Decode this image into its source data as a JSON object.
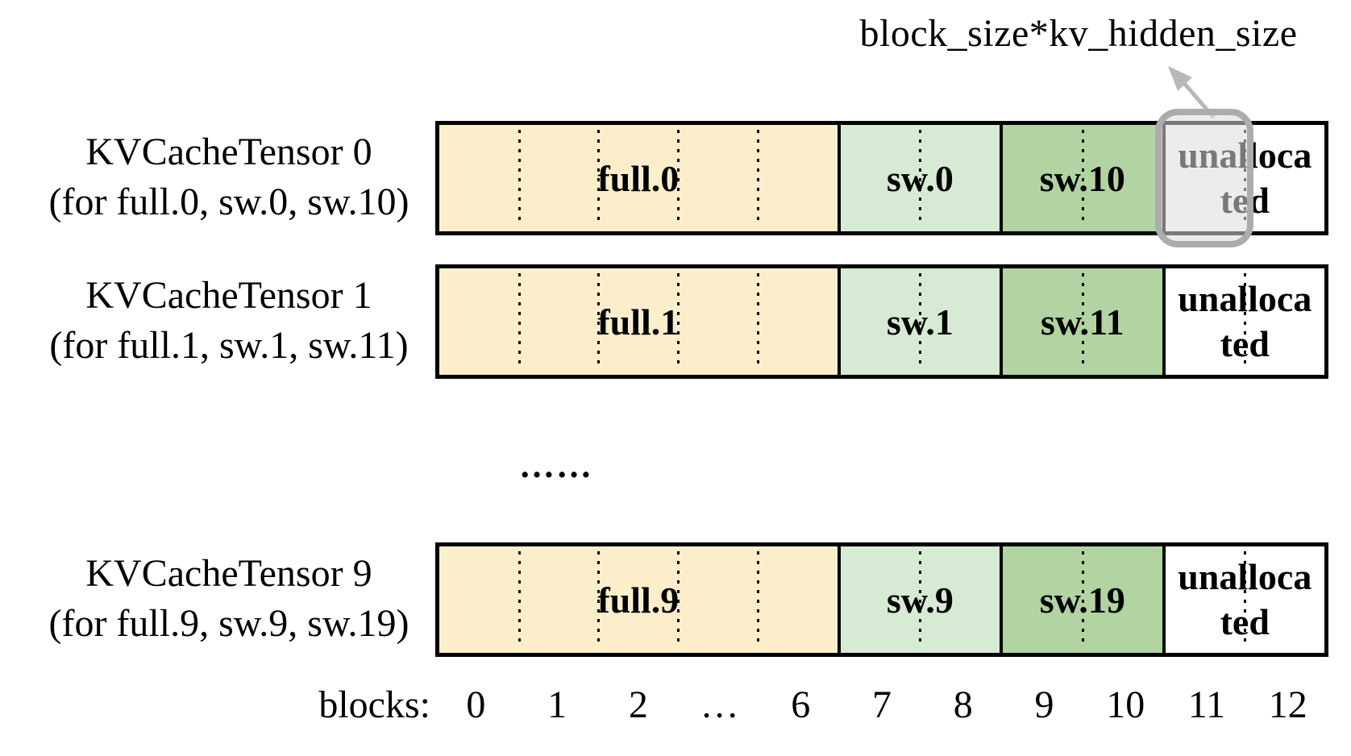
{
  "annotation": {
    "label": "block_size*kv_hidden_size"
  },
  "rows": [
    {
      "title": "KVCacheTensor 0",
      "subtitle": "(for full.0, sw.0, sw.10)",
      "segments": [
        {
          "label": "full.0"
        },
        {
          "label": "sw.0"
        },
        {
          "label": "sw.10"
        },
        {
          "lines": [
            "unalloca",
            "ted"
          ]
        }
      ],
      "highlighted": true
    },
    {
      "title": "KVCacheTensor 1",
      "subtitle": "(for full.1, sw.1, sw.11)",
      "segments": [
        {
          "label": "full.1"
        },
        {
          "label": "sw.1"
        },
        {
          "label": "sw.11"
        },
        {
          "lines": [
            "unalloca",
            "ted"
          ]
        }
      ],
      "highlighted": false
    },
    {
      "title": "KVCacheTensor 9",
      "subtitle": "(for full.9, sw.9, sw.19)",
      "segments": [
        {
          "label": "full.9"
        },
        {
          "label": "sw.9"
        },
        {
          "label": "sw.19"
        },
        {
          "lines": [
            "unalloca",
            "ted"
          ]
        }
      ],
      "highlighted": false
    }
  ],
  "rows_ellipsis": "……",
  "axis": {
    "label": "blocks:",
    "ticks": [
      "0",
      "1",
      "2",
      "…",
      "6",
      "7",
      "8",
      "9",
      "10",
      "11",
      "12"
    ]
  },
  "colors": {
    "c-full": "#FDEECB",
    "c-sw-light": "#D7EAD3",
    "c-sw-dark": "#B1D4A2",
    "c-unallocated": "#FFFFFF",
    "c-border": "#000000",
    "c-highlight-border": "#ACACAC",
    "c-arrow": "#B8B8B8"
  }
}
